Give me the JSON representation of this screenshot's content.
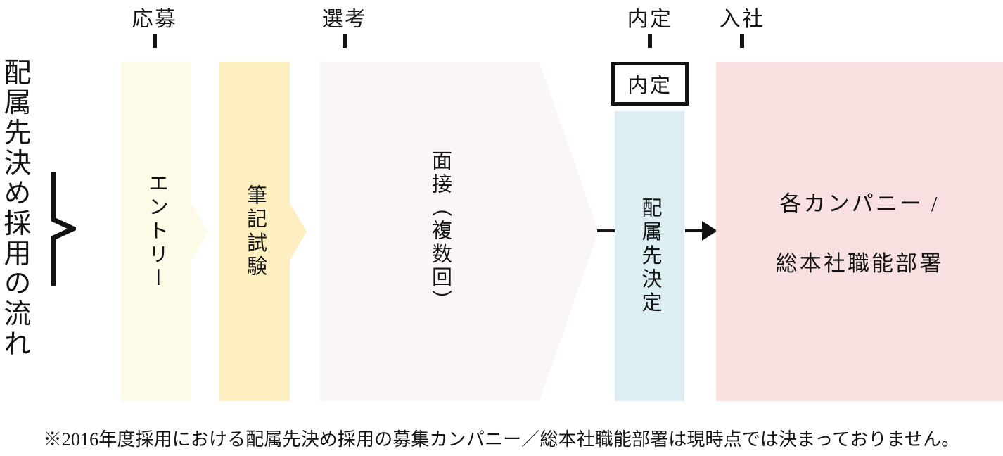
{
  "title": {
    "vertical_label": "配属先決め採用の流れ"
  },
  "stages": [
    {
      "label": "応募"
    },
    {
      "label": "選考"
    },
    {
      "label": "内定"
    },
    {
      "label": "入社"
    }
  ],
  "flow": {
    "steps": [
      {
        "label": "エントリー",
        "color": "#fefae8",
        "shape": "chevron"
      },
      {
        "label": "筆記試験",
        "color": "#fdefc0",
        "shape": "chevron"
      },
      {
        "label": "面接（複数回）",
        "color": "#faf6f6",
        "shape": "chevron"
      },
      {
        "label": "配属先決定",
        "color": "#ddeef3",
        "shape": "rect"
      }
    ],
    "offer_box": {
      "label": "内定",
      "border_color": "#111111"
    },
    "destination": {
      "color": "#f9e0e0",
      "line1": "各カンパニー /",
      "line2": "総本社職能部署"
    }
  },
  "footnote": {
    "text": "※2016年度採用における配属先決め採用の募集カンパニー／総本社職能部署は現時点では決まっておりません。"
  }
}
